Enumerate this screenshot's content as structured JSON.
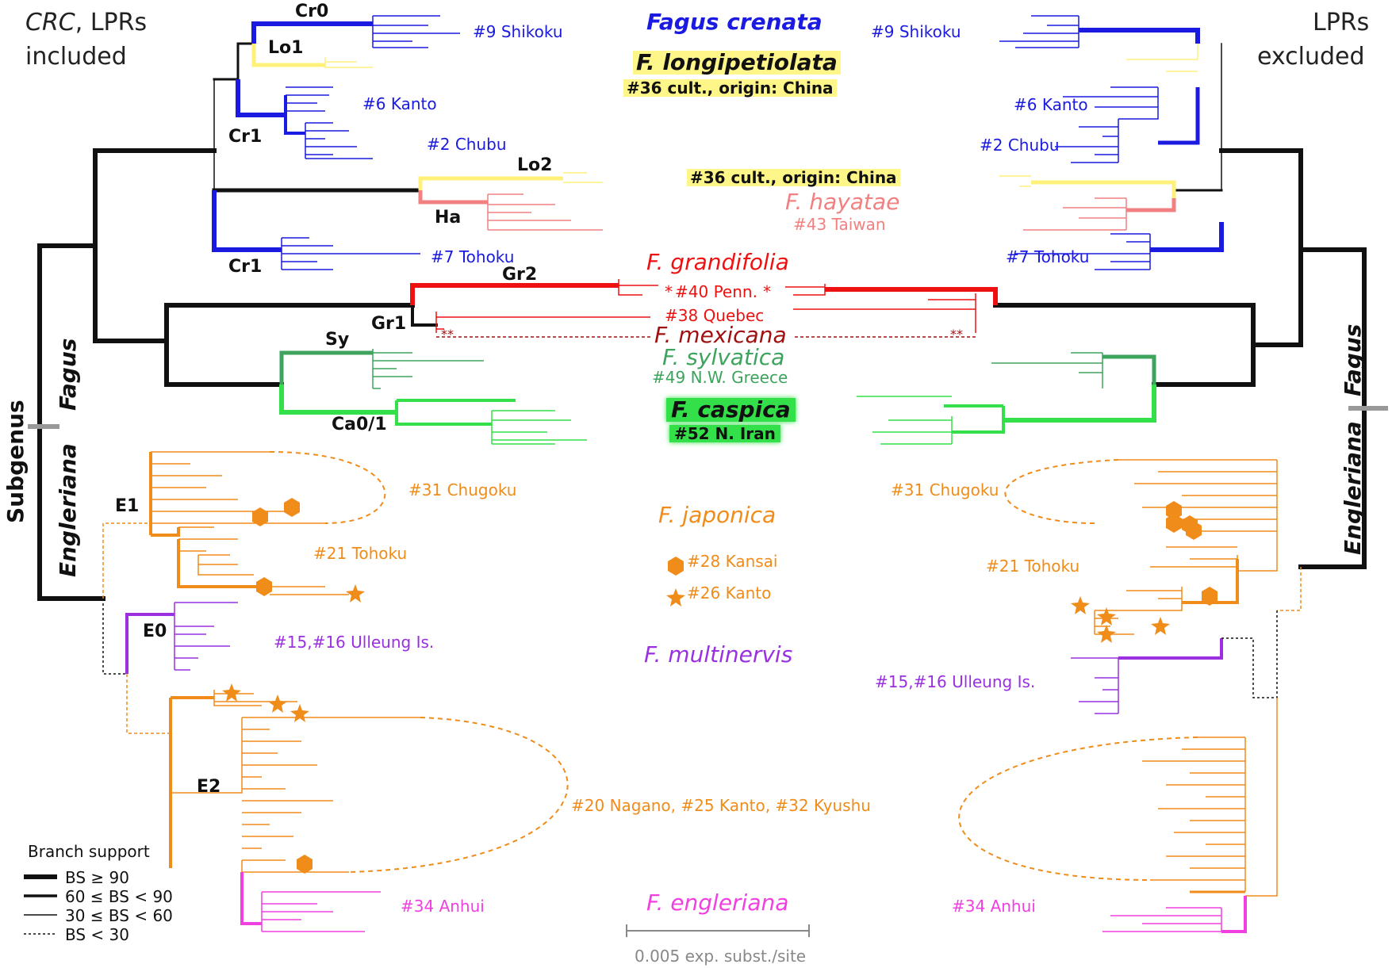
{
  "headers": {
    "left_crc": "CRC",
    "left_rest": ", LPRs",
    "left_line2": "included",
    "right_line1": "LPRs",
    "right_line2": "excluded"
  },
  "species": {
    "crenata": "Fagus crenata",
    "longipetiolata": "F. longipetiolata",
    "longipetiolata_note": "#36 cult., origin: China",
    "longipetiolata_note2": "#36 cult., origin: China",
    "hayatae": "F. hayatae",
    "hayatae_note": "#43 Taiwan",
    "grandifolia": "F. grandifolia",
    "penn": "#40 Penn.",
    "quebec": "#38 Quebec",
    "mexicana": "F. mexicana",
    "sylvatica": "F. sylvatica",
    "greece": "#49 N.W. Greece",
    "caspica": "F. caspica",
    "iran": "#52 N. Iran",
    "japonica": "F. japonica",
    "kansai": "#28 Kansai",
    "kanto_star": "#26 Kanto",
    "multinervis": "F. multinervis",
    "engleriana": "F. engleriana"
  },
  "left_pops": {
    "shikoku": "#9 Shikoku",
    "kanto": "#6 Kanto",
    "chubu": "#2 Chubu",
    "tohoku": "#7 Tohoku",
    "chugoku": "#31 Chugoku",
    "tohoku21": "#21 Tohoku",
    "ulleung": "#15,#16 Ulleung Is.",
    "nagano": "#20 Nagano, #25 Kanto, #32 Kyushu",
    "anhui": "#34 Anhui"
  },
  "right_pops": {
    "shikoku": "#9 Shikoku",
    "kanto": "#6 Kanto",
    "chubu": "#2 Chubu",
    "tohoku": "#7 Tohoku",
    "chugoku": "#31 Chugoku",
    "tohoku21": "#21 Tohoku",
    "ulleung": "#15,#16 Ulleung Is.",
    "anhui": "#34 Anhui"
  },
  "nodes": {
    "cr0": "Cr0",
    "lo1": "Lo1",
    "cr1a": "Cr1",
    "lo2": "Lo2",
    "ha": "Ha",
    "cr1b": "Cr1",
    "gr2": "Gr2",
    "gr1": "Gr1",
    "sy": "Sy",
    "ca": "Ca0/1",
    "e1": "E1",
    "e0": "E0",
    "e2": "E2"
  },
  "subgenus": {
    "left_word": "Subgenus",
    "left_fagus": "Fagus",
    "left_engl": "Engleriana",
    "right_fagus": "Fagus",
    "right_engl": "Engleriana"
  },
  "legend": {
    "title": "Branch support",
    "rows": [
      "BS ≥ 90",
      "60 ≤ BS < 90",
      "30 ≤  BS < 60",
      "BS < 30"
    ]
  },
  "scale": {
    "label": "0.005 exp. subst./site"
  },
  "markers": {
    "asterisk1": "*",
    "asterisk2": "*",
    "dstar_l": "**",
    "dstar_r": "**"
  },
  "colors": {
    "crenata": "#1a1ae0",
    "longipetiolata": "#ffff80",
    "hayatae": "#f28080",
    "grandifolia": "#ee1111",
    "mexicana": "#a01010",
    "sylvatica": "#3da35d",
    "caspica": "#33e04a",
    "japonica": "#f08c1a",
    "multinervis": "#9a30e0",
    "engleriana": "#f040e0",
    "backbone": "#111111"
  }
}
